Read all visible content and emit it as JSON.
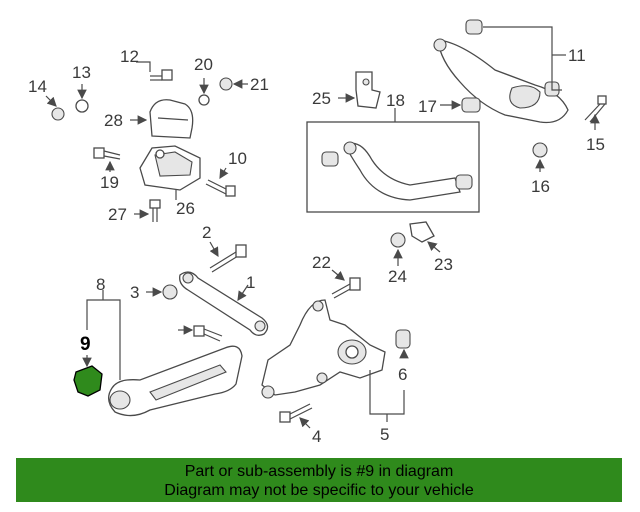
{
  "callouts": {
    "c1": "1",
    "c2": "2",
    "c3": "3",
    "c4": "4",
    "c5": "5",
    "c6": "6",
    "c8": "8",
    "c9": "9",
    "c10": "10",
    "c11": "11",
    "c12": "12",
    "c13": "13",
    "c14": "14",
    "c15": "15",
    "c16": "16",
    "c17": "17",
    "c18": "18",
    "c19": "19",
    "c20": "20",
    "c21": "21",
    "c22": "22",
    "c23": "23",
    "c24": "24",
    "c25": "25",
    "c26": "26",
    "c27": "27",
    "c28": "28"
  },
  "highlight": {
    "part": "9",
    "color": "#2f8a1c"
  },
  "banner": {
    "line1": "Part or sub-assembly is #9 in diagram",
    "line2": "Diagram may not be specific to your vehicle",
    "color": "#2f8a1c"
  }
}
